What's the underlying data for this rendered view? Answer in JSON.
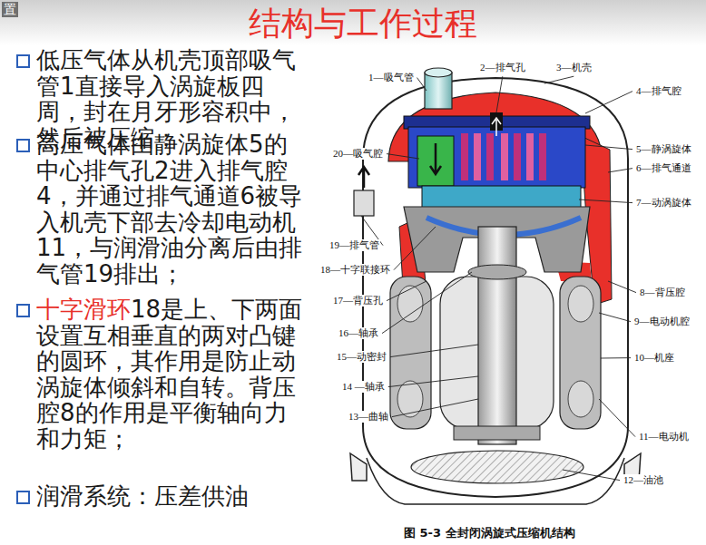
{
  "diagram": {
    "title": "结构与工作过程",
    "caption": "图 5-3 全封闭涡旋式压缩机结构",
    "labels": [
      "置",
      "低压气体从机壳顶部吸气管1直接导入涡旋板四周，封在月牙形容积中，然后被压缩；",
      "高压气体由静涡旋体5的中心排气孔2进入排气腔4，并通过排气通道6被导入机壳下部去冷却电动机11，与润滑油分离后由排气管19排出；",
      "十字滑环",
      "18是上、下两面设置互相垂直的两对凸键的圆环，其作用是防止动涡旋体倾斜和自转。背压腔8的作用是平衡轴向力和力矩；",
      "润滑系统：压差供油",
      "1—吸气管",
      "2—排气孔",
      "3—机壳",
      "4—排气腔",
      "5—静涡旋体",
      "6—排气通道",
      "7—动涡旋体",
      "8—背压腔",
      "9—电动机腔",
      "10—机座",
      "11—电动机",
      "12—油池",
      "13—曲轴",
      "14 —轴承",
      "15—动密封",
      "16—轴承",
      "17—背压孔",
      "18—十字联接环",
      "19—排气管",
      "20—吸气腔"
    ]
  }
}
